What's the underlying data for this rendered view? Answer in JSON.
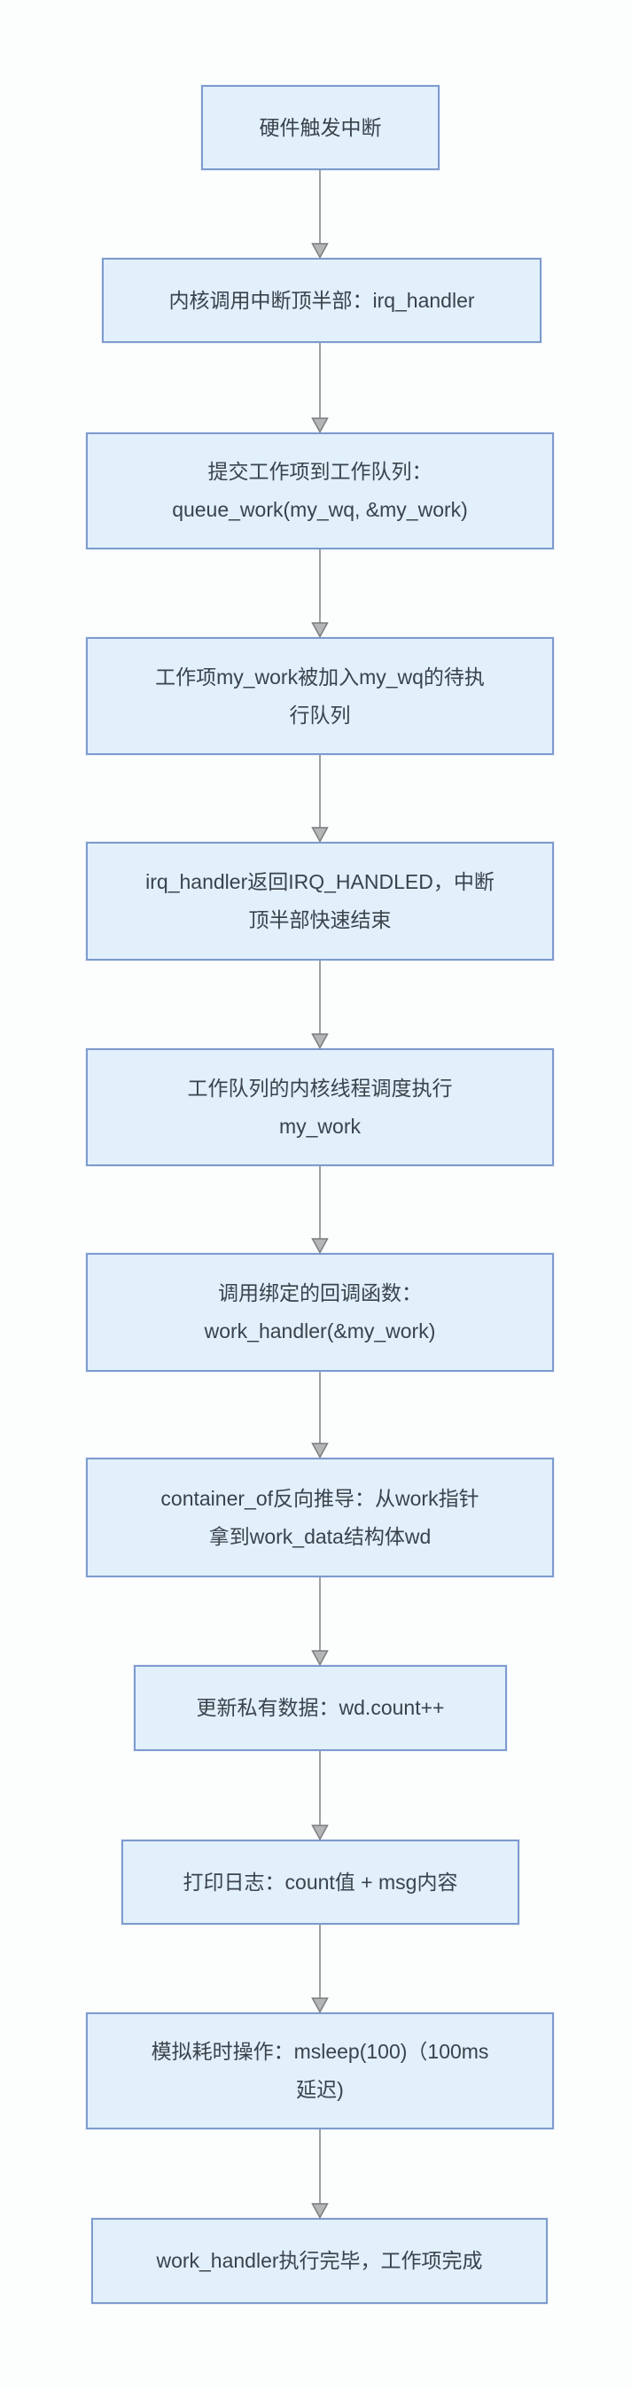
{
  "diagram": {
    "type": "flowchart",
    "direction": "top-down",
    "nodes": [
      {
        "id": 1,
        "lines": [
          "硬件触发中断"
        ]
      },
      {
        "id": 2,
        "lines": [
          "内核调用中断顶半部：irq_handler"
        ]
      },
      {
        "id": 3,
        "lines": [
          "提交工作项到工作队列：",
          "queue_work(my_wq, &my_work)"
        ]
      },
      {
        "id": 4,
        "lines": [
          "工作项my_work被加入my_wq的待执",
          "行队列"
        ]
      },
      {
        "id": 5,
        "lines": [
          "irq_handler返回IRQ_HANDLED，中断",
          "顶半部快速结束"
        ]
      },
      {
        "id": 6,
        "lines": [
          "工作队列的内核线程调度执行",
          "my_work"
        ]
      },
      {
        "id": 7,
        "lines": [
          "调用绑定的回调函数：",
          "work_handler(&my_work)"
        ]
      },
      {
        "id": 8,
        "lines": [
          "container_of反向推导：从work指针",
          "拿到work_data结构体wd"
        ]
      },
      {
        "id": 9,
        "lines": [
          "更新私有数据：wd.count++"
        ]
      },
      {
        "id": 10,
        "lines": [
          "打印日志：count值 + msg内容"
        ]
      },
      {
        "id": 11,
        "lines": [
          "模拟耗时操作：msleep(100)（100ms",
          "延迟)"
        ]
      },
      {
        "id": 12,
        "lines": [
          "work_handler执行完毕，工作项完成"
        ]
      }
    ],
    "edges": [
      {
        "from": 1,
        "to": 2
      },
      {
        "from": 2,
        "to": 3
      },
      {
        "from": 3,
        "to": 4
      },
      {
        "from": 4,
        "to": 5
      },
      {
        "from": 5,
        "to": 6
      },
      {
        "from": 6,
        "to": 7
      },
      {
        "from": 7,
        "to": 8
      },
      {
        "from": 8,
        "to": 9
      },
      {
        "from": 9,
        "to": 10
      },
      {
        "from": 10,
        "to": 11
      },
      {
        "from": 11,
        "to": 12
      }
    ]
  },
  "colors": {
    "node_fill": "#e1f0fb",
    "node_border": "#7d9bce",
    "node_text": "#3a434c",
    "arrow_line": "#9da0a2",
    "arrow_head_fill": "#b3b5b7",
    "arrow_head_stroke": "#7b7d7f",
    "background": "#fcfdfd"
  }
}
